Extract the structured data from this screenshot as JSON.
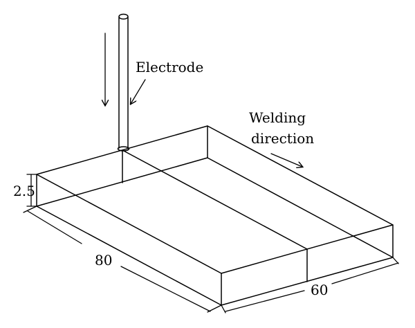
{
  "labels": {
    "electrode": "Electrode",
    "welding_line1": "Welding",
    "welding_line2": "direction",
    "thickness": "2.5",
    "length": "80",
    "width": "60"
  },
  "colors": {
    "ink": "#000000",
    "background": "#ffffff"
  }
}
